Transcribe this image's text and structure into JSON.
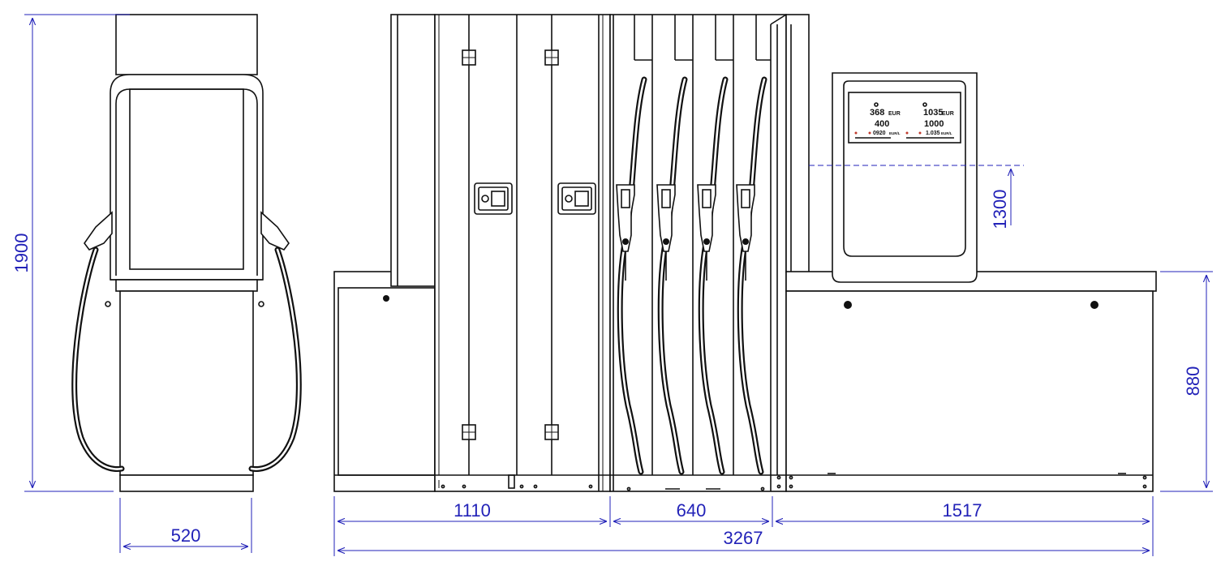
{
  "dimensions": {
    "height_total": "1900",
    "side_width": "520",
    "section_left": "1110",
    "section_mid": "640",
    "section_right": "1517",
    "total_width": "3267",
    "display_height": "1300",
    "base_height": "880"
  },
  "display": {
    "amount_left": "368",
    "amount_left_unit": "EUR",
    "amount_right": "1035",
    "amount_right_unit": "EUR",
    "volume_left": "400",
    "volume_right": "1000",
    "price_left": "0920",
    "price_left_unit": "EUR/L",
    "price_right": "1.035",
    "price_right_unit": "EUR/L"
  },
  "colors": {
    "outline": "#111111",
    "dimension": "#2222b8",
    "display_accent": "#c0392b"
  }
}
